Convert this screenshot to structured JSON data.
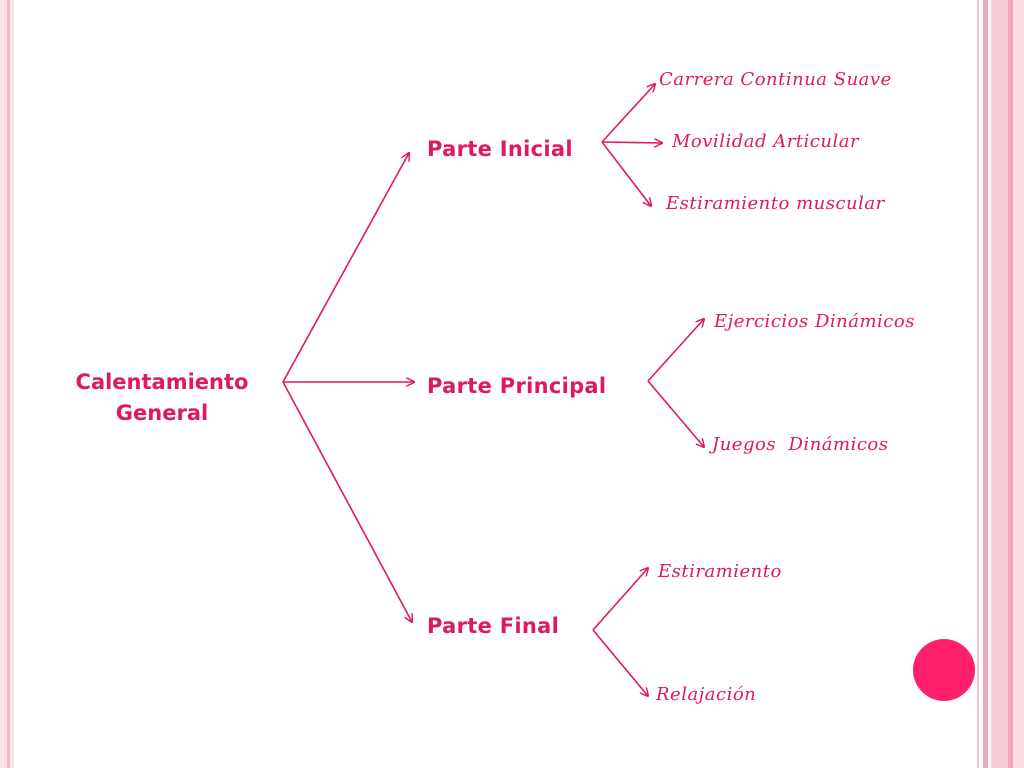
{
  "diagram": {
    "root": {
      "line1": "Calentamiento",
      "line2": "General"
    },
    "branches": [
      {
        "label": "Parte Inicial",
        "children": [
          "Carrera Continua Suave",
          "Movilidad Articular",
          "Estiramiento muscular"
        ]
      },
      {
        "label": "Parte Principal",
        "children": [
          "Ejercicios Dinámicos",
          "Juegos  Dinámicos"
        ]
      },
      {
        "label": "Parte Final",
        "children": [
          "Estiramiento",
          "Relajación"
        ]
      }
    ]
  },
  "colors": {
    "accent": "#e0195e",
    "dot": "#ff1f6a",
    "border": "#f4a6b8"
  }
}
